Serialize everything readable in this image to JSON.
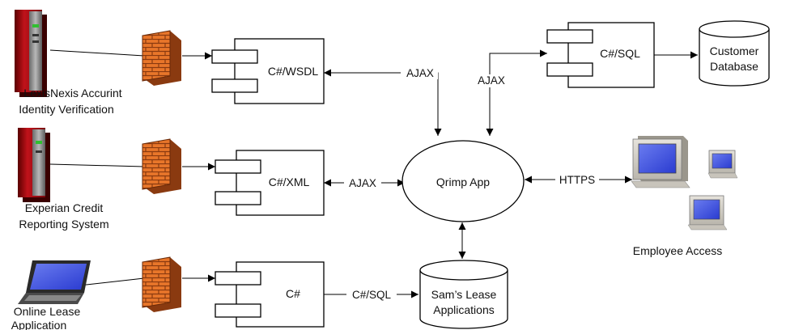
{
  "sources": {
    "lexis": {
      "line1": "LexisNexis Accurint",
      "line2": "Identity Verification"
    },
    "experian": {
      "line1": "Experian Credit",
      "line2": "Reporting System"
    },
    "online": {
      "line1": "Online Lease",
      "line2": "Application"
    }
  },
  "components": {
    "wsdl": "C#/WSDL",
    "xml": "C#/XML",
    "csharp": "C#",
    "sql": "C#/SQL"
  },
  "databases": {
    "customer": {
      "line1": "Customer",
      "line2": "Database"
    },
    "sams": {
      "line1": "Sam’s Lease",
      "line2": "Applications"
    }
  },
  "app": {
    "label": "Qrimp App"
  },
  "connections": {
    "ajax_wsdl": "AJAX",
    "ajax_sql": "AJAX",
    "ajax_xml": "AJAX",
    "https": "HTTPS",
    "csql": "C#/SQL"
  },
  "employee": {
    "label": "Employee Access"
  },
  "icons": [
    "server-icon",
    "firewall-icon",
    "laptop-icon",
    "desktop-computer-icon",
    "database-icon"
  ]
}
